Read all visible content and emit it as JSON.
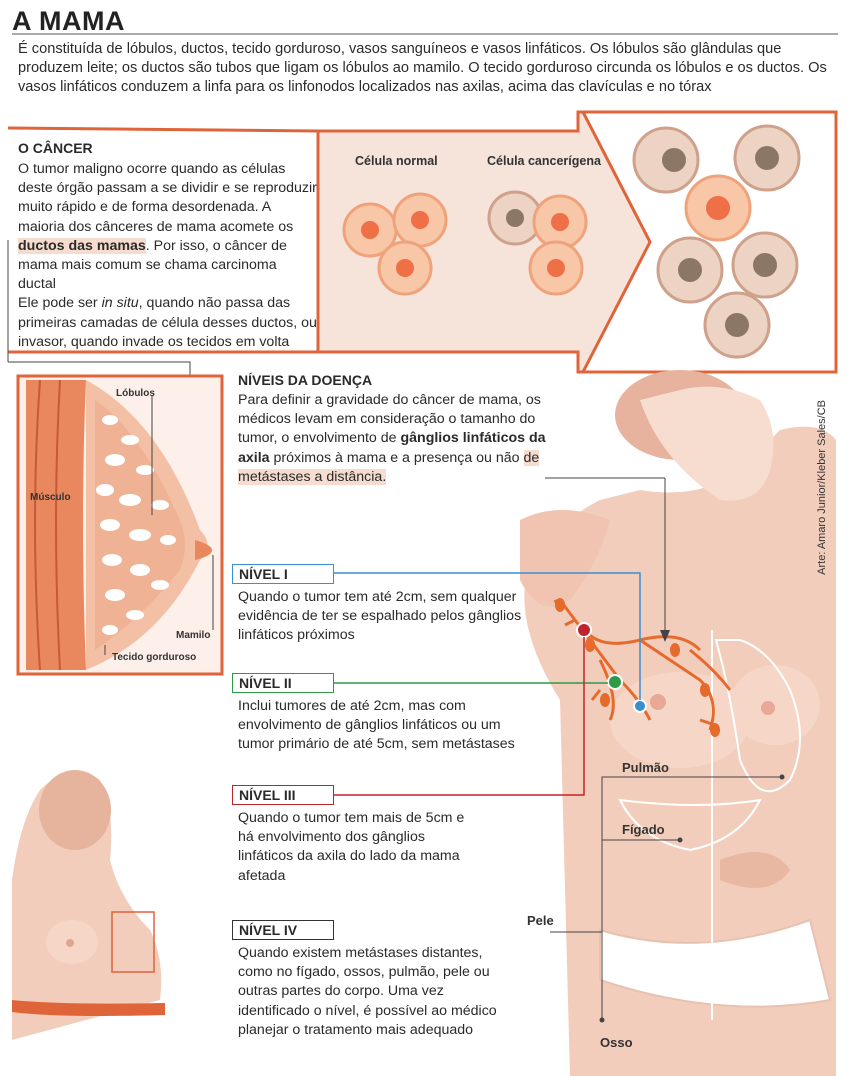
{
  "header": {
    "title": "A MAMA",
    "intro": "É constituída de lóbulos, ductos, tecido gorduroso, vasos sanguíneos e vasos linfáticos. Os lóbulos são glândulas que produzem leite; os ductos são tubos que ligam os lóbulos ao mamilo. O tecido gorduroso circunda os lóbulos e os ductos. Os vasos linfáticos conduzem a linfa para os linfonodos localizados nas axilas, acima das clavículas e no tórax"
  },
  "cancer": {
    "title": "O CÂNCER",
    "text_a": "O tumor maligno ocorre quando as células deste órgão passam a se dividir e se reproduzir muito rápido e de forma desordenada. A maioria dos cânceres de mama acomete os ",
    "text_b": "ductos das mamas",
    "text_c": ". Por isso, o câncer de mama mais comum se chama carcinoma ductal",
    "text_d": "Ele pode ser ",
    "text_e": "in situ",
    "text_f": ", quando não passa das primeiras camadas de célula desses ductos, ou invasor, quando invade os tecidos em volta"
  },
  "cells": {
    "normal_label": "Célula normal",
    "cancer_label": "Célula cancerígena"
  },
  "breast_anatomy": {
    "lobulos": "Lóbulos",
    "musculo": "Músculo",
    "mamilo": "Mamilo",
    "tecido": "Tecido gorduroso"
  },
  "niveis": {
    "title": "NÍVEIS DA DOENÇA",
    "text_a": "Para definir a gravidade do câncer de mama, os médicos levam em consideração o tamanho do tumor, o envolvimento de ",
    "text_b": "gânglios linfáticos da axila",
    "text_c": " próximos à mama e a presença ou não ",
    "text_d": "de metástases a distância."
  },
  "levels": [
    {
      "label": "NÍVEL I",
      "text": "Quando o tumor tem até 2cm, sem qualquer evidência de ter se espalhado pelos gânglios linfáticos próximos",
      "color": "#3a8fd0"
    },
    {
      "label": "NÍVEL II",
      "text": "Inclui tumores de até 2cm, mas com envolvimento de gânglios linfáticos ou um tumor primário de até 5cm, sem metástases",
      "color": "#2e9a48"
    },
    {
      "label": "NÍVEL III",
      "text": "Quando o tumor tem mais de 5cm e há envolvimento dos gânglios linfáticos da axila do lado da mama afetada",
      "color": "#c0242b"
    },
    {
      "label": "NÍVEL IV",
      "text": "Quando existem metástases distantes, como no fígado, ossos, pulmão, pele ou outras partes do corpo. Uma vez identificado o nível, é possível ao médico planejar o tratamento mais adequado",
      "color": "#333333"
    }
  ],
  "organs": {
    "pulmao": "Pulmão",
    "figado": "Fígado",
    "pele": "Pele",
    "osso": "Osso"
  },
  "credit": "Arte: Amaro Junior/Kleber Sales/CB",
  "colors": {
    "accent": "#e0643a",
    "skin": "#f1c9b6",
    "skin_light": "#f8e2d6"
  }
}
